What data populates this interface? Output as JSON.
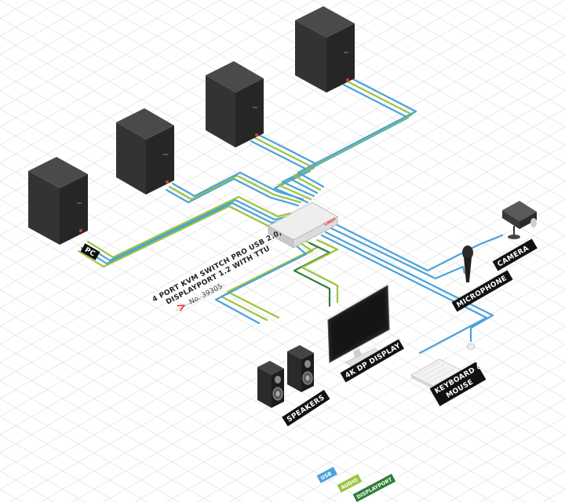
{
  "product": {
    "title_line1": "4 PORT KVM SWITCH PRO USB 2.0,",
    "title_line2": "DISPLAYPORT 1.2 WITH TTU",
    "number": "No. 39305"
  },
  "switch_brand": "LINDY",
  "labels": {
    "pc": "PC",
    "speakers": "SPEAKERS",
    "display": "4K DP DISPLAY",
    "keyboard_line1": "KEYBOARD &",
    "keyboard_line2": "MOUSE",
    "microphone": "MICROPHONE",
    "camera": "CAMERA"
  },
  "legend": {
    "usb": "USB",
    "audio": "AUDIO",
    "displayport": "DISPLAYPORT"
  },
  "colors": {
    "usb": "#4aa3d8",
    "audio": "#9bc43c",
    "displayport": "#2f7d3a",
    "label_bg": "#111111",
    "accent": "#e63a2e"
  }
}
